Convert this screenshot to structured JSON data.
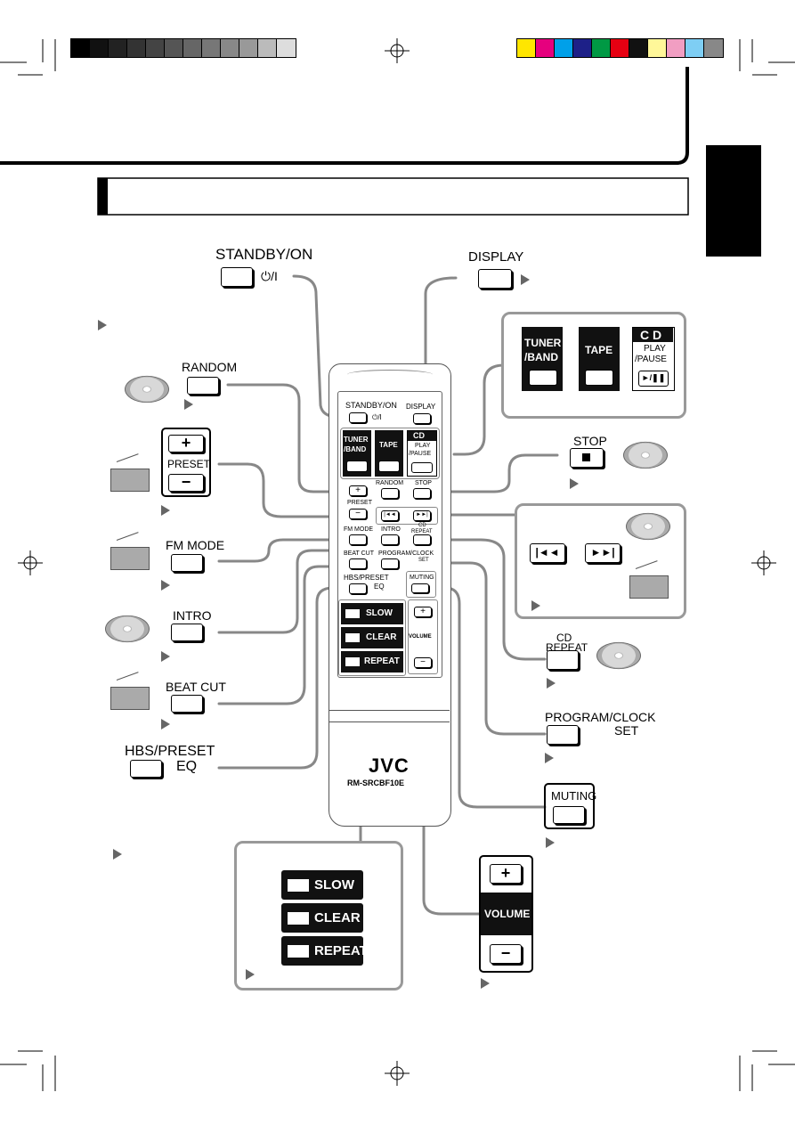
{
  "colors": {
    "bar_black": "#000000",
    "line_gray": "#999999",
    "panel_gray": "#999999",
    "pointer_gray": "#666666"
  },
  "registration": {
    "grayscale": [
      "#000000",
      "#111111",
      "#222222",
      "#333333",
      "#444444",
      "#555555",
      "#666666",
      "#777777",
      "#888888",
      "#999999",
      "#bbbbbb",
      "#dddddd"
    ],
    "colors": [
      "#ffe600",
      "#e6007e",
      "#00a0e9",
      "#1d2088",
      "#009944",
      "#e60012",
      "#111111",
      "#fff799",
      "#f19ec2",
      "#7ecef4",
      "#888888"
    ]
  },
  "labels": {
    "standby_on": "STANDBY/ON",
    "standby_symbol": "⏻/I",
    "display": "DISPLAY",
    "random": "RANDOM",
    "preset": "PRESET",
    "fm_mode": "FM MODE",
    "intro": "INTRO",
    "beat_cut": "BEAT CUT",
    "hbs_preset": "HBS/PRESET",
    "eq": "EQ",
    "stop": "STOP",
    "cd_repeat_1": "CD",
    "cd_repeat_2": "REPEAT",
    "program_clock": "PROGRAM/CLOCK",
    "set": "SET",
    "muting": "MUTING",
    "volume": "VOLUME"
  },
  "source_panel": {
    "tuner": "TUNER",
    "band": "/BAND",
    "tape": "TAPE",
    "cd": "C D",
    "play": "PLAY",
    "pause": "/PAUSE"
  },
  "slow_clear_repeat": [
    "SLOW",
    "CLEAR",
    "REPEAT"
  ],
  "remote": {
    "brand": "JVC",
    "model": "RM-SRCBF10E",
    "standby_on": "STANDBY/ON",
    "standby_symbol": "⏻/I",
    "display": "DISPLAY",
    "tuner": "TUNER",
    "band": "/BAND",
    "tape": "TAPE",
    "cd": "CD",
    "play": "PLAY",
    "pause": "/PAUSE",
    "random": "RANDOM",
    "stop": "STOP",
    "preset": "PRESET",
    "fm_mode": "FM MODE",
    "intro": "INTRO",
    "repeat": "REPEAT",
    "beat_cut": "BEAT CUT",
    "program_clock": "PROGRAM/CLOCK",
    "set": "SET",
    "hbs_preset": "HBS/PRESET",
    "eq": "EQ",
    "muting": "MUTING",
    "volume": "VOLUME",
    "slow": "SLOW",
    "clear": "CLEAR",
    "repeat_btn": "REPEAT"
  }
}
